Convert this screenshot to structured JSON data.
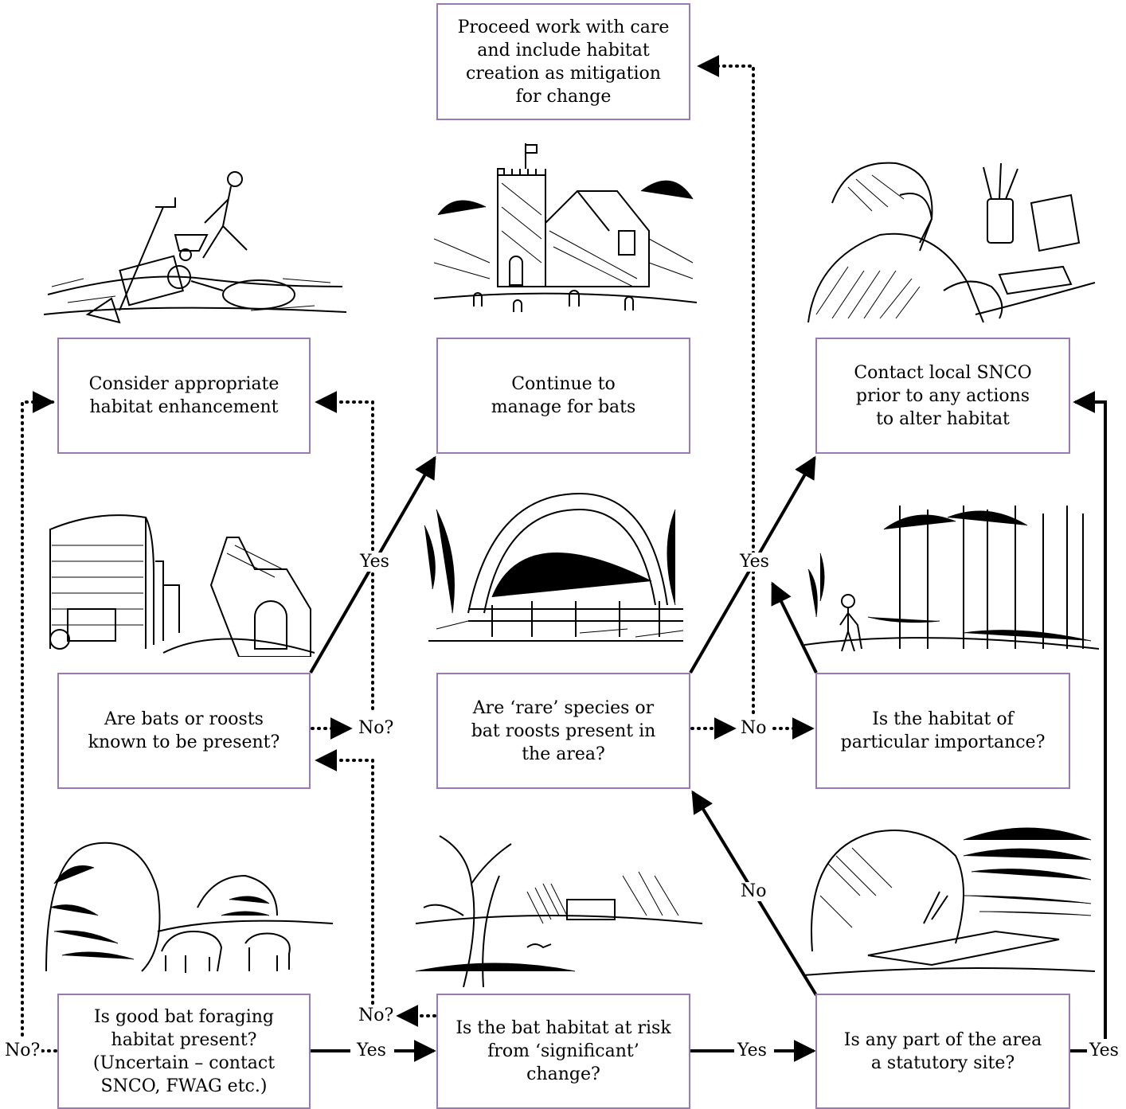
{
  "boxes": {
    "proceed": "Proceed work with care\nand include habitat\ncreation as mitigation\nfor change",
    "consider": "Consider appropriate\nhabitat enhancement",
    "continue": "Continue to\nmanage for bats",
    "contact": "Contact local SNCO\nprior to any actions\nto alter habitat",
    "bats_present": "Are bats or roosts\nknown to be present?",
    "rare_species": "Are ‘rare’ species or\nbat roosts present in\nthe area?",
    "habitat_importance": "Is the habitat of\nparticular importance?",
    "foraging": "Is good bat foraging\nhabitat present?\n(Uncertain – contact\nSNCO, FWAG etc.)",
    "risk": "Is the bat habitat at risk\nfrom ‘significant’ change?",
    "statutory": "Is any part of the area\na statutory site?"
  },
  "labels": {
    "yes_left": "Yes",
    "yes_mid": "Yes",
    "no_q_mid": "No?",
    "no_center": "No",
    "no_diag": "No",
    "no_q_bottom": "No?",
    "no_q_left": "No?",
    "yes_bottom1": "Yes",
    "yes_bottom2": "Yes",
    "yes_right": "Yes"
  },
  "illustrations": [
    "garden-tools-worker-illustration",
    "church-churchyard-illustration",
    "person-on-telephone-illustration",
    "farm-barn-illustration",
    "stone-bridge-arch-illustration",
    "forest-walker-illustration",
    "hedgerow-cows-illustration",
    "tree-field-fox-illustration",
    "pond-boat-illustration"
  ],
  "colors": {
    "box_border": "#9a7bb0",
    "line": "#000000"
  }
}
